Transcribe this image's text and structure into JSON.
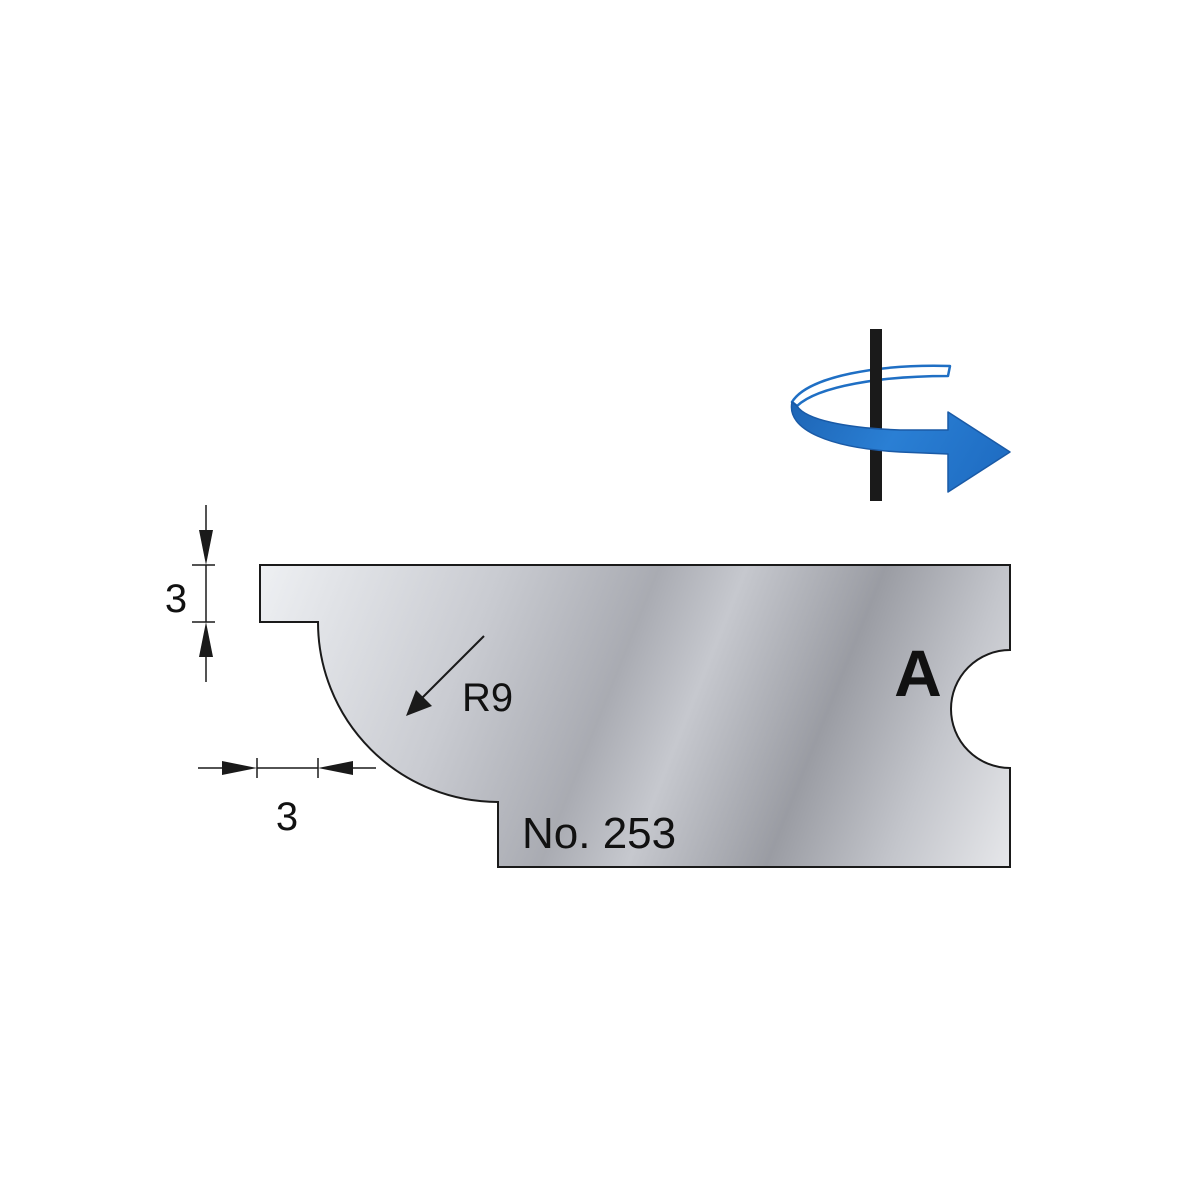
{
  "profile": {
    "number_label": "No. 253",
    "side_label": "A",
    "radius_label": "R9"
  },
  "dimensions": {
    "vertical_step": "3",
    "horizontal_step": "3"
  },
  "rotation": {
    "icon": "clockwise-rotation-arrow-icon",
    "color": "#1f6fc4"
  },
  "colors": {
    "outline": "#1a1a1a",
    "blade_light": "#e9eaee",
    "blade_mid": "#b8bac0",
    "blade_dark": "#8d8f96"
  }
}
